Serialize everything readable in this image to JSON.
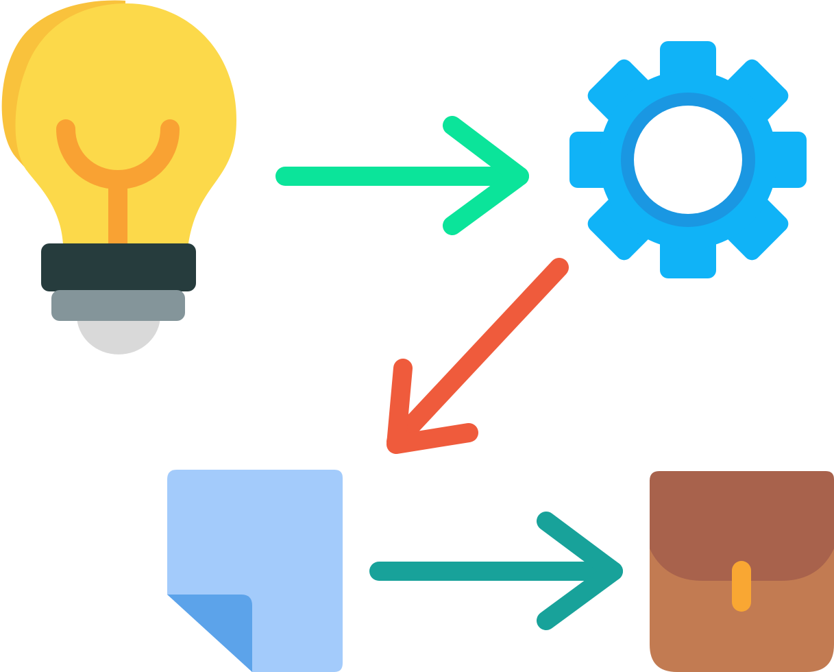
{
  "diagram": {
    "nodes": [
      {
        "id": "idea",
        "icon": "lightbulb-icon"
      },
      {
        "id": "process",
        "icon": "gear-icon"
      },
      {
        "id": "document",
        "icon": "document-icon"
      },
      {
        "id": "result",
        "icon": "briefcase-icon"
      }
    ],
    "edges": [
      {
        "from": "idea",
        "to": "process",
        "icon": "arrow-right-icon",
        "color": "#0BE49A"
      },
      {
        "from": "process",
        "to": "document",
        "icon": "arrow-down-left-icon",
        "color": "#EF5B3C"
      },
      {
        "from": "document",
        "to": "result",
        "icon": "arrow-right-icon",
        "color": "#18A29A"
      }
    ]
  },
  "colors": {
    "bulb_glass": "#FCD94A",
    "bulb_glass_shade": "#F9C23C",
    "bulb_filament": "#F9A233",
    "bulb_cap": "#263C3D",
    "bulb_base": "#84959A",
    "bulb_tip": "#D9D9D9",
    "gear": "#10B3F7",
    "gear_ring": "#1A97E2",
    "page": "#A3CBFB",
    "page_fold": "#5CA3EA",
    "bag_flap": "#A8624C",
    "bag_body": "#C27B52",
    "bag_clasp": "#F9A733"
  }
}
